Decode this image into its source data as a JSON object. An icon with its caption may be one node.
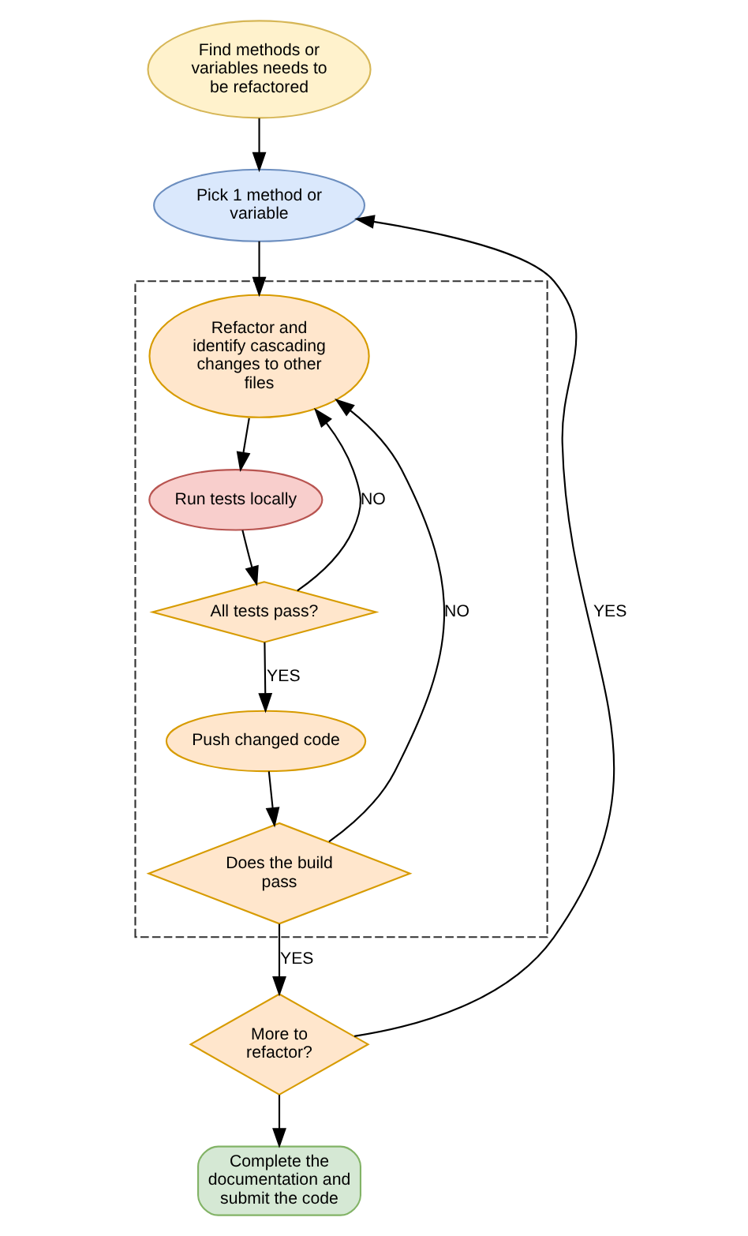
{
  "diagram": {
    "nodes": [
      {
        "text": [
          "Find methods or variables needs to be refactored"
        ]
      },
      {
        "text": [
          "Pick 1 method or variable"
        ]
      },
      {
        "text": [],
        "shape": "box"
      },
      {
        "text": [
          "Refactor and identify cascading changes to other files"
        ],
        "in": 2
      },
      {
        "text": [
          "Run tests locally"
        ],
        "in": 2
      },
      {
        "text": [
          "All tests pass?"
        ],
        "in": 2
      },
      {
        "text": [
          "Push changed code"
        ],
        "in": 2
      },
      {
        "text": [
          "Does the build pass"
        ],
        "in": 2
      },
      {
        "text": [
          "More to refactor?"
        ]
      },
      {
        "text": [
          "Complete the documentation and submit the code"
        ]
      }
    ],
    "edges": [
      {
        "from": 0,
        "to": 1,
        "arrow": "to"
      },
      {
        "from": 1,
        "to": 3,
        "arrow": "to"
      },
      {
        "from": 3,
        "to": 4,
        "arrow": "to"
      },
      {
        "from": 4,
        "to": 5,
        "arrow": "to"
      },
      {
        "from": 5,
        "to": 3,
        "arrow": "to",
        "label": "NO"
      },
      {
        "from": 5,
        "to": 6,
        "arrow": "to",
        "label": "YES"
      },
      {
        "from": 6,
        "to": 7,
        "arrow": "to"
      },
      {
        "from": 7,
        "to": 3,
        "arrow": "to",
        "label": "NO"
      },
      {
        "from": 7,
        "to": 8,
        "arrow": "to",
        "label": "YES"
      },
      {
        "from": 8,
        "to": 1,
        "arrow": "to",
        "label": "YES"
      },
      {
        "from": 8,
        "to": 9,
        "arrow": "to"
      }
    ]
  }
}
